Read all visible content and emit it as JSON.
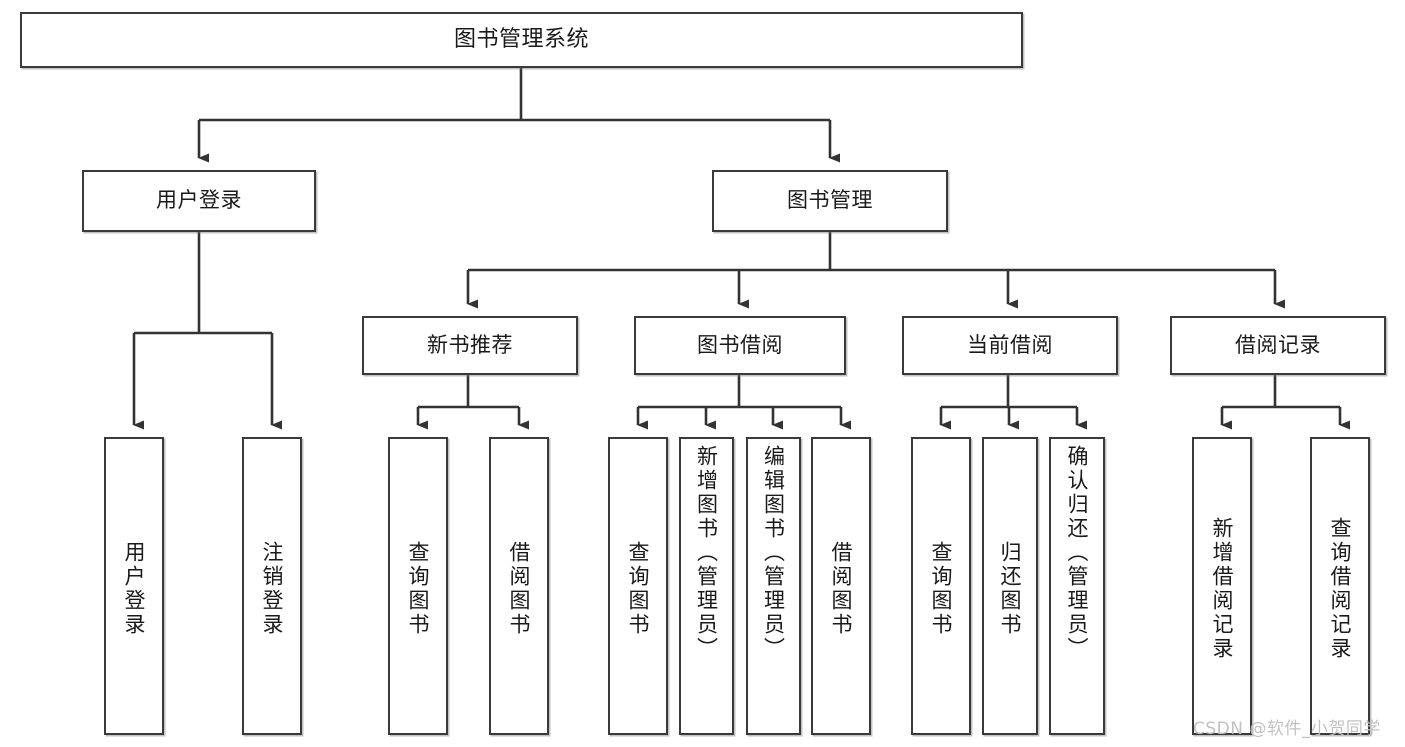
{
  "diagram": {
    "type": "tree-hierarchy",
    "title": "图书管理系统",
    "root": {
      "id": "root",
      "label": "图书管理系统"
    },
    "level2": [
      {
        "id": "user-login",
        "label": "用户登录"
      },
      {
        "id": "book-management",
        "label": "图书管理"
      }
    ],
    "level3": [
      {
        "id": "new-book-recommend",
        "label": "新书推荐",
        "parent": "book-management"
      },
      {
        "id": "book-borrow",
        "label": "图书借阅",
        "parent": "book-management"
      },
      {
        "id": "current-borrow",
        "label": "当前借阅",
        "parent": "book-management"
      },
      {
        "id": "borrow-record",
        "label": "借阅记录",
        "parent": "book-management"
      }
    ],
    "leaves": {
      "user_login": [
        {
          "id": "leaf-user-login",
          "label": "用户登录"
        },
        {
          "id": "leaf-logout",
          "label": "注销登录"
        }
      ],
      "new_book_recommend": [
        {
          "id": "leaf-query-book-1",
          "label": "查询图书"
        },
        {
          "id": "leaf-borrow-book-1",
          "label": "借阅图书"
        }
      ],
      "book_borrow": [
        {
          "id": "leaf-query-book-2",
          "label": "查询图书"
        },
        {
          "id": "leaf-add-book",
          "label": "新增图书（管理员）"
        },
        {
          "id": "leaf-edit-book",
          "label": "编辑图书（管理员）"
        },
        {
          "id": "leaf-borrow-book-2",
          "label": "借阅图书"
        }
      ],
      "current_borrow": [
        {
          "id": "leaf-query-book-3",
          "label": "查询图书"
        },
        {
          "id": "leaf-return-book",
          "label": "归还图书"
        },
        {
          "id": "leaf-confirm-return",
          "label": "确认归还（管理员）"
        }
      ],
      "borrow_record": [
        {
          "id": "leaf-add-record",
          "label": "新增借阅记录"
        },
        {
          "id": "leaf-query-record",
          "label": "查询借阅记录"
        }
      ]
    }
  },
  "watermark": {
    "text": "CSDN @软件_小贺同学"
  },
  "colors": {
    "box_border": "#3a3a3a",
    "box_fill": "#ffffff",
    "edge": "#333333",
    "text": "#1a1a1a",
    "watermark": "#c2c2c2",
    "background": "#ffffff"
  }
}
